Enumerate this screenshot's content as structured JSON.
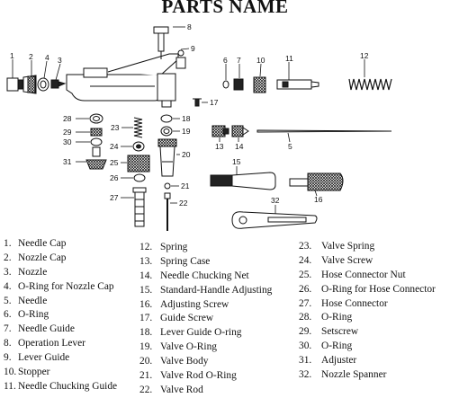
{
  "title": "PARTS NAME",
  "callouts": [
    "1",
    "2",
    "3",
    "4",
    "5",
    "6",
    "7",
    "8",
    "9",
    "10",
    "11",
    "12",
    "13",
    "14",
    "15",
    "16",
    "17",
    "18",
    "19",
    "20",
    "21",
    "22",
    "23",
    "24",
    "25",
    "26",
    "27",
    "28",
    "29",
    "30",
    "31",
    "32"
  ],
  "parts": [
    {
      "num": "1.",
      "name": "Needle Cap"
    },
    {
      "num": "2.",
      "name": "Nozzle Cap"
    },
    {
      "num": "3.",
      "name": "Nozzle"
    },
    {
      "num": "4.",
      "name": "O-Ring for Nozzle Cap"
    },
    {
      "num": "5.",
      "name": "Needle"
    },
    {
      "num": "6.",
      "name": "O-Ring"
    },
    {
      "num": "7.",
      "name": "Needle Guide"
    },
    {
      "num": "8.",
      "name": "Operation Lever"
    },
    {
      "num": "9.",
      "name": "Lever Guide"
    },
    {
      "num": "10.",
      "name": "Stopper"
    },
    {
      "num": "11.",
      "name": "Needle Chucking Guide"
    },
    {
      "num": "12.",
      "name": "Spring"
    },
    {
      "num": "13.",
      "name": "Spring Case"
    },
    {
      "num": "14.",
      "name": "Needle Chucking Net"
    },
    {
      "num": "15.",
      "name": "Standard-Handle Adjusting"
    },
    {
      "num": "16.",
      "name": "Adjusting Screw"
    },
    {
      "num": "17.",
      "name": "Guide Screw"
    },
    {
      "num": "18.",
      "name": "Lever Guide O-ring"
    },
    {
      "num": "19.",
      "name": "Valve O-Ring"
    },
    {
      "num": "20.",
      "name": "Valve Body"
    },
    {
      "num": "21.",
      "name": "Valve Rod O-Ring"
    },
    {
      "num": "22.",
      "name": "Valve Rod"
    },
    {
      "num": "23.",
      "name": "Valve Spring"
    },
    {
      "num": "24.",
      "name": "Valve Screw"
    },
    {
      "num": "25.",
      "name": "Hose Connector Nut"
    },
    {
      "num": "26.",
      "name": "O-Ring for Hose Connector"
    },
    {
      "num": "27.",
      "name": "Hose Connector"
    },
    {
      "num": "28.",
      "name": "O-Ring"
    },
    {
      "num": "29.",
      "name": "Setscrew"
    },
    {
      "num": "30.",
      "name": "O-Ring"
    },
    {
      "num": "31.",
      "name": "Adjuster"
    },
    {
      "num": "32.",
      "name": "Nozzle Spanner"
    }
  ]
}
